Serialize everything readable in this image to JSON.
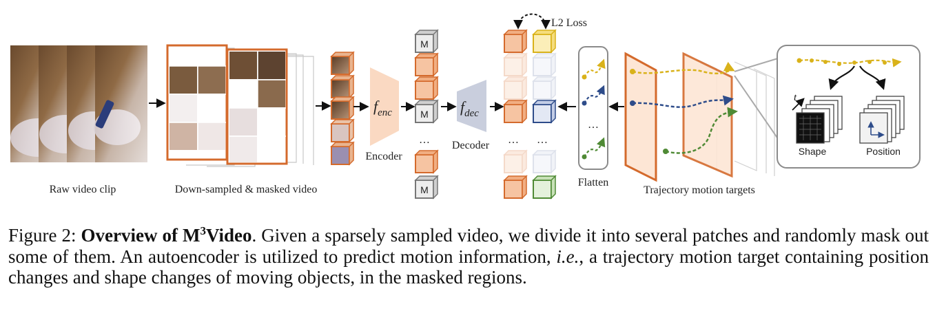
{
  "diagram": {
    "labels": {
      "raw_clip": "Raw video clip",
      "downsampled": "Down-sampled & masked video",
      "encoder": "Encoder",
      "decoder": "Decoder",
      "l2_loss": "L2 Loss",
      "flatten": "Flatten",
      "trajectory_targets": "Trajectory motion targets",
      "shape": "Shape",
      "position": "Position",
      "mask_token": "M",
      "ellipsis": "…",
      "time_axis": "t"
    },
    "math": {
      "f_enc_base": "f",
      "f_enc_sub": "enc",
      "f_dec_base": "f",
      "f_dec_sub": "dec"
    },
    "colors": {
      "orange": "#D46A2C",
      "orange_fill": "#F6C4A2",
      "yellow": "#D9B21A",
      "blue": "#2E4C8A",
      "green": "#4F8A35",
      "encoder_fill": "#FAD9C2",
      "decoder_fill": "#C9CEDD",
      "gray": "#8A8A8A"
    }
  },
  "caption": {
    "prefix": "Figure 2: ",
    "bold_a": "Overview of M",
    "bold_sup": "3",
    "bold_b": "Video",
    "text_1": ". Given a sparsely sampled video, we divide it into several patches and randomly mask out some of them. An autoencoder is utilized to predict motion information, ",
    "italic": "i.e.",
    "text_2": ", a trajectory motion target containing position changes and shape changes of moving objects, in the masked regions."
  }
}
